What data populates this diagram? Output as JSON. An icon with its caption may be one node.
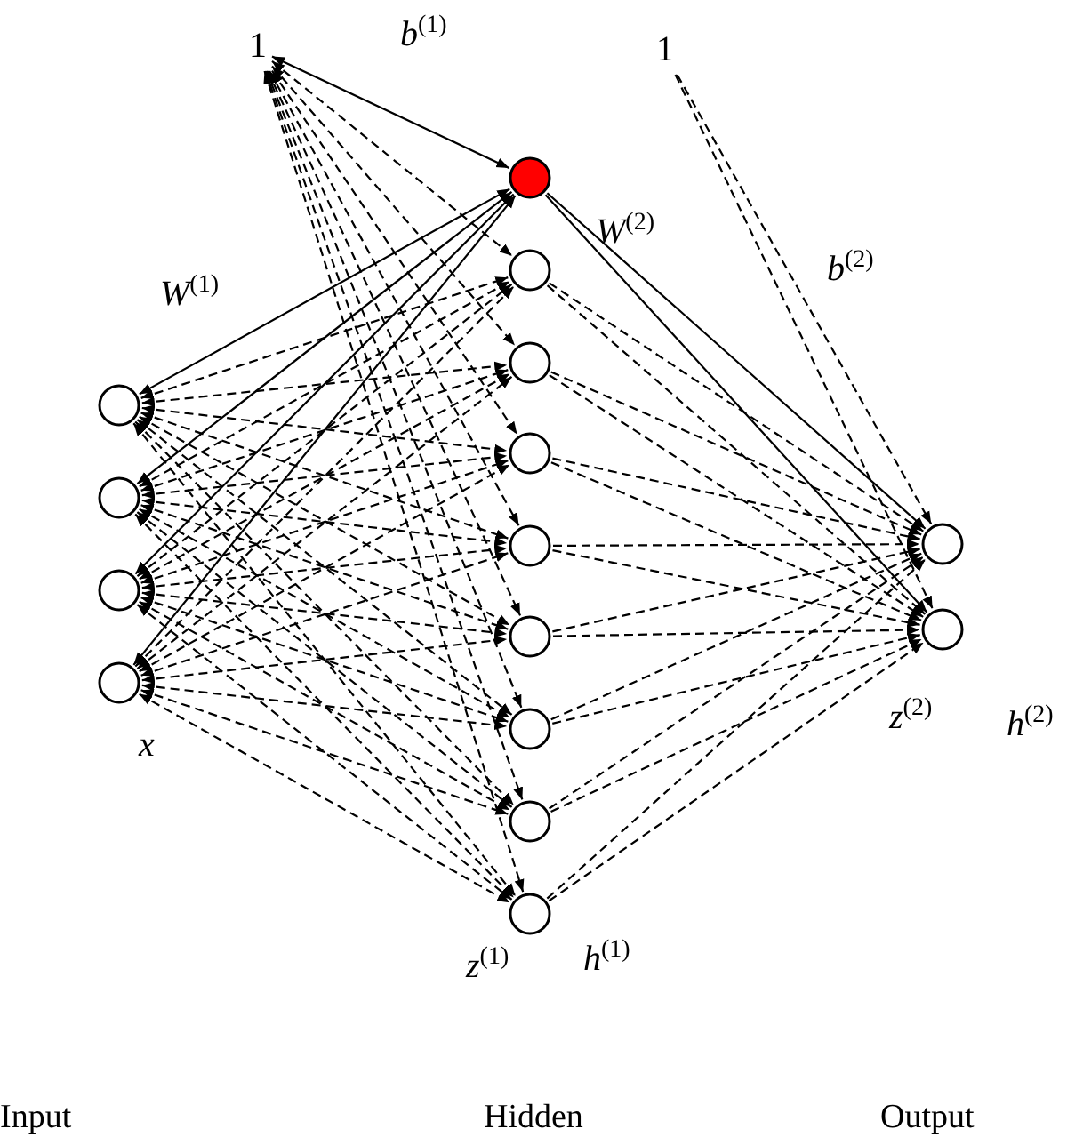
{
  "diagram": {
    "nodes": [
      {
        "text": [
          "1"
        ]
      },
      {
        "text": [
          "1"
        ]
      },
      {
        "text": [],
        "shape": "circle"
      },
      {
        "text": [],
        "shape": "circle"
      },
      {
        "text": [],
        "shape": "circle"
      },
      {
        "text": [],
        "shape": "circle"
      },
      {
        "text": [],
        "shape": "circle"
      },
      {
        "text": [],
        "shape": "circle"
      },
      {
        "text": [],
        "shape": "circle"
      },
      {
        "text": [],
        "shape": "circle"
      },
      {
        "text": [],
        "shape": "circle"
      },
      {
        "text": [],
        "shape": "circle"
      },
      {
        "text": [],
        "shape": "circle"
      },
      {
        "text": [],
        "shape": "circle"
      },
      {
        "text": [],
        "shape": "circle"
      },
      {
        "text": [],
        "shape": "circle"
      },
      {
        "text": [],
        "shape": "circle"
      }
    ],
    "edges": [
      {
        "from": 0,
        "to": 6,
        "arrow": "both"
      },
      {
        "from": 0,
        "to": 7,
        "arrow": "both",
        "style": "dashed"
      },
      {
        "from": 0,
        "to": 8,
        "arrow": "both",
        "style": "dashed"
      },
      {
        "from": 0,
        "to": 9,
        "arrow": "both",
        "style": "dashed"
      },
      {
        "from": 0,
        "to": 10,
        "arrow": "both",
        "style": "dashed"
      },
      {
        "from": 0,
        "to": 11,
        "arrow": "both",
        "style": "dashed"
      },
      {
        "from": 0,
        "to": 12,
        "arrow": "both",
        "style": "dashed"
      },
      {
        "from": 0,
        "to": 13,
        "arrow": "both",
        "style": "dashed"
      },
      {
        "from": 0,
        "to": 14,
        "arrow": "both",
        "style": "dashed"
      },
      {
        "from": 2,
        "to": 6,
        "arrow": "both"
      },
      {
        "from": 2,
        "to": 7,
        "arrow": "both",
        "style": "dashed"
      },
      {
        "from": 2,
        "to": 8,
        "arrow": "both",
        "style": "dashed"
      },
      {
        "from": 2,
        "to": 9,
        "arrow": "both",
        "style": "dashed"
      },
      {
        "from": 2,
        "to": 10,
        "arrow": "both",
        "style": "dashed"
      },
      {
        "from": 2,
        "to": 11,
        "arrow": "both",
        "style": "dashed"
      },
      {
        "from": 2,
        "to": 12,
        "arrow": "both",
        "style": "dashed"
      },
      {
        "from": 2,
        "to": 13,
        "arrow": "both",
        "style": "dashed"
      },
      {
        "from": 2,
        "to": 14,
        "arrow": "both",
        "style": "dashed"
      },
      {
        "from": 3,
        "to": 6,
        "arrow": "both"
      },
      {
        "from": 3,
        "to": 7,
        "arrow": "both",
        "style": "dashed"
      },
      {
        "from": 3,
        "to": 8,
        "arrow": "both",
        "style": "dashed"
      },
      {
        "from": 3,
        "to": 9,
        "arrow": "both",
        "style": "dashed"
      },
      {
        "from": 3,
        "to": 10,
        "arrow": "both",
        "style": "dashed"
      },
      {
        "from": 3,
        "to": 11,
        "arrow": "both",
        "style": "dashed"
      },
      {
        "from": 3,
        "to": 12,
        "arrow": "both",
        "style": "dashed"
      },
      {
        "from": 3,
        "to": 13,
        "arrow": "both",
        "style": "dashed"
      },
      {
        "from": 3,
        "to": 14,
        "arrow": "both",
        "style": "dashed"
      },
      {
        "from": 4,
        "to": 6,
        "arrow": "both"
      },
      {
        "from": 4,
        "to": 7,
        "arrow": "both",
        "style": "dashed"
      },
      {
        "from": 4,
        "to": 8,
        "arrow": "both",
        "style": "dashed"
      },
      {
        "from": 4,
        "to": 9,
        "arrow": "both",
        "style": "dashed"
      },
      {
        "from": 4,
        "to": 10,
        "arrow": "both",
        "style": "dashed"
      },
      {
        "from": 4,
        "to": 11,
        "arrow": "both",
        "style": "dashed"
      },
      {
        "from": 4,
        "to": 12,
        "arrow": "both",
        "style": "dashed"
      },
      {
        "from": 4,
        "to": 13,
        "arrow": "both",
        "style": "dashed"
      },
      {
        "from": 4,
        "to": 14,
        "arrow": "both",
        "style": "dashed"
      },
      {
        "from": 5,
        "to": 6,
        "arrow": "both"
      },
      {
        "from": 5,
        "to": 7,
        "arrow": "both",
        "style": "dashed"
      },
      {
        "from": 5,
        "to": 8,
        "arrow": "both",
        "style": "dashed"
      },
      {
        "from": 5,
        "to": 9,
        "arrow": "both",
        "style": "dashed"
      },
      {
        "from": 5,
        "to": 10,
        "arrow": "both",
        "style": "dashed"
      },
      {
        "from": 5,
        "to": 11,
        "arrow": "both",
        "style": "dashed"
      },
      {
        "from": 5,
        "to": 12,
        "arrow": "both",
        "style": "dashed"
      },
      {
        "from": 5,
        "to": 13,
        "arrow": "both",
        "style": "dashed"
      },
      {
        "from": 5,
        "to": 14,
        "arrow": "both",
        "style": "dashed"
      },
      {
        "from": 6,
        "to": 15,
        "arrow": "to"
      },
      {
        "from": 6,
        "to": 16,
        "arrow": "to"
      },
      {
        "from": 7,
        "to": 15,
        "arrow": "to",
        "style": "dashed"
      },
      {
        "from": 7,
        "to": 16,
        "arrow": "to",
        "style": "dashed"
      },
      {
        "from": 8,
        "to": 15,
        "arrow": "to",
        "style": "dashed"
      },
      {
        "from": 8,
        "to": 16,
        "arrow": "to",
        "style": "dashed"
      },
      {
        "from": 9,
        "to": 15,
        "arrow": "to",
        "style": "dashed"
      },
      {
        "from": 9,
        "to": 16,
        "arrow": "to",
        "style": "dashed"
      },
      {
        "from": 10,
        "to": 15,
        "arrow": "to",
        "style": "dashed"
      },
      {
        "from": 10,
        "to": 16,
        "arrow": "to",
        "style": "dashed"
      },
      {
        "from": 11,
        "to": 15,
        "arrow": "to",
        "style": "dashed"
      },
      {
        "from": 11,
        "to": 16,
        "arrow": "to",
        "style": "dashed"
      },
      {
        "from": 12,
        "to": 15,
        "arrow": "to",
        "style": "dashed"
      },
      {
        "from": 12,
        "to": 16,
        "arrow": "to",
        "style": "dashed"
      },
      {
        "from": 13,
        "to": 15,
        "arrow": "to",
        "style": "dashed"
      },
      {
        "from": 13,
        "to": 16,
        "arrow": "to",
        "style": "dashed"
      },
      {
        "from": 14,
        "to": 15,
        "arrow": "to",
        "style": "dashed"
      },
      {
        "from": 14,
        "to": 16,
        "arrow": "to",
        "style": "dashed"
      },
      {
        "from": 1,
        "to": 15,
        "arrow": "to",
        "style": "dashed"
      },
      {
        "from": 1,
        "to": 16,
        "arrow": "to",
        "style": "dashed"
      }
    ],
    "labels": [
      "*b*$^{(1)}$",
      "*W*$^{(1)}$",
      "*W*$^{(2)}$",
      "*b*$^{(2)}$",
      "*x*",
      "*z*$^{(2)}$",
      "*h*$^{(2)}$",
      "*z*$^{(1)}$",
      "*h*$^{(1)}$",
      "Input",
      "Hidden",
      "Output"
    ]
  }
}
